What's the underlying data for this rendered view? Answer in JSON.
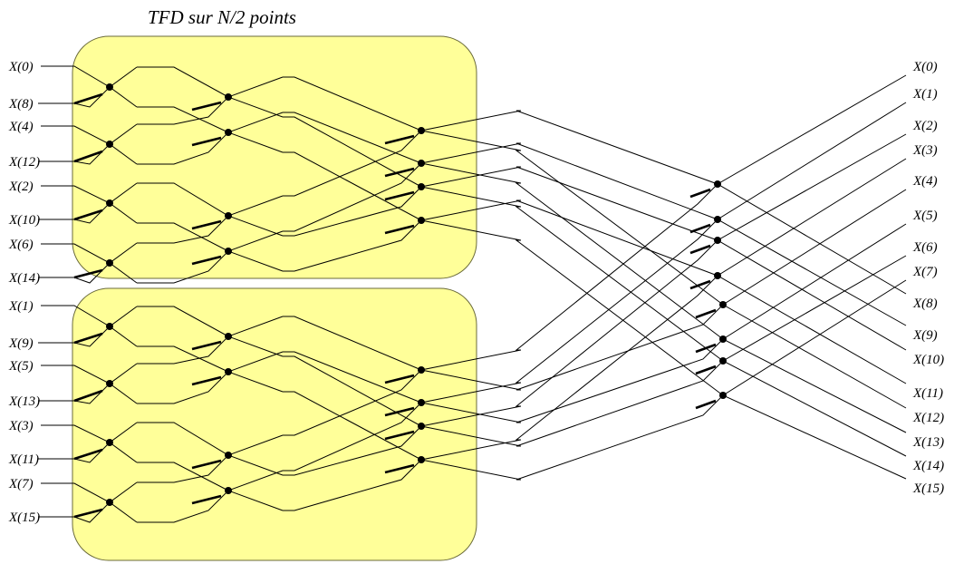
{
  "title": "TFD sur N/2 points",
  "inputs_top": [
    "X(0)",
    "X(8)",
    "X(4)",
    "X(12)",
    "X(2)",
    "X(10)",
    "X(6)",
    "X(14)"
  ],
  "inputs_bottom": [
    "X(1)",
    "X(9)",
    "X(5)",
    "X(13)",
    "X(3)",
    "X(11)",
    "X(7)",
    "X(15)"
  ],
  "outputs": [
    "X(0)",
    "X(1)",
    "X(2)",
    "X(3)",
    "X(4)",
    "X(5)",
    "X(6)",
    "X(7)",
    "X(8)",
    "X(9)",
    "X(10)",
    "X(11)",
    "X(12)",
    "X(13)",
    "X(14)",
    "X(15)"
  ],
  "colors": {
    "block_fill": "#ffff99",
    "block_stroke": "#6b6b3a",
    "line": "#000000"
  }
}
